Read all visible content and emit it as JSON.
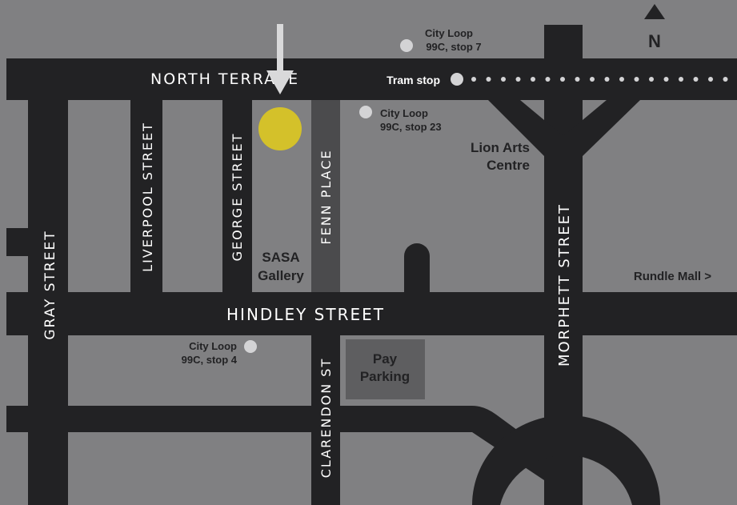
{
  "map": {
    "colors": {
      "background": "#808082",
      "road": "#222224",
      "lane": "#4b4b4d",
      "building": "#5e5e60",
      "marker": "#d4c12a",
      "stop": "#d3d3d5",
      "arrow": "#d9d9da",
      "text_dark": "#222224",
      "text_light": "#ffffff"
    },
    "compass": {
      "label": "N"
    },
    "streets": {
      "north_terrace": "NORTH TERRACE",
      "hindley_street": "HINDLEY STREET",
      "gray_street": "GRAY STREET",
      "liverpool_street": "LIVERPOOL STREET",
      "george_street": "GEORGE STREET",
      "fenn_place": "FENN PLACE",
      "morphett_street": "MORPHETT STREET",
      "clarendon_st": "CLARENDON ST"
    },
    "stops": {
      "top": {
        "line1": "City Loop",
        "line2": "99C, stop 7"
      },
      "tram": {
        "label": "Tram stop"
      },
      "middle": {
        "line1": "City Loop",
        "line2": "99C, stop 23"
      },
      "bottom": {
        "line1": "City Loop",
        "line2": "99C, stop 4"
      }
    },
    "landmarks": {
      "lion_arts_1": "Lion Arts",
      "lion_arts_2": "Centre",
      "sasa_1": "SASA",
      "sasa_2": "Gallery",
      "pay_1": "Pay",
      "pay_2": "Parking",
      "rundle": "Rundle Mall >"
    }
  }
}
